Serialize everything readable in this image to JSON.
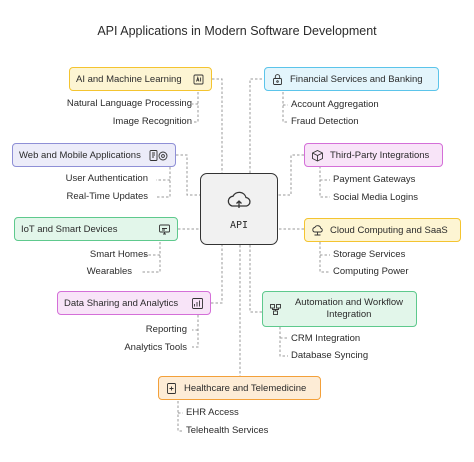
{
  "title": "API Applications in Modern Software Development",
  "center": {
    "label": "API",
    "icon": "cloud-icon"
  },
  "colors": {
    "yellow": "#f4c430",
    "yellow_bg": "#fdf5d3",
    "blue": "#5bc4ea",
    "blue_bg": "#e3f5fc",
    "purple": "#8e8fd6",
    "purple_bg": "#ececf9",
    "magenta": "#d46fd8",
    "magenta_bg": "#f8e4f8",
    "green": "#5ec98d",
    "green_bg": "#e2f6ea",
    "orange": "#f3a03a",
    "orange_bg": "#fdecd6",
    "line": "#9a9a9a"
  },
  "categories": [
    {
      "label": "AI and Machine Learning",
      "icon": "ai-chip-icon",
      "items": [
        "Natural Language Processing",
        "Image Recognition"
      ]
    },
    {
      "label": "Financial Services and Banking",
      "icon": "lock-icon",
      "items": [
        "Account Aggregation",
        "Fraud Detection"
      ]
    },
    {
      "label": "Web and Mobile Applications",
      "icon": "devices-icon",
      "items": [
        "User Authentication",
        "Real-Time Updates"
      ]
    },
    {
      "label": "Third-Party Integrations",
      "icon": "cube-icon",
      "items": [
        "Payment Gateways",
        "Social Media Logins"
      ]
    },
    {
      "label": "IoT and Smart Devices",
      "icon": "smart-device-icon",
      "items": [
        "Smart Homes",
        "Wearables"
      ]
    },
    {
      "label": "Cloud Computing and SaaS",
      "icon": "cloud-network-icon",
      "items": [
        "Storage Services",
        "Computing Power"
      ]
    },
    {
      "label": "Data Sharing and Analytics",
      "icon": "data-share-icon",
      "items": [
        "Reporting",
        "Analytics Tools"
      ]
    },
    {
      "label": "Automation and Workflow Integration",
      "label_line1": "Automation and Workflow",
      "label_line2": "Integration",
      "icon": "workflow-icon",
      "items": [
        "CRM Integration",
        "Database Syncing"
      ]
    },
    {
      "label": "Healthcare and Telemedicine",
      "icon": "medical-icon",
      "items": [
        "EHR Access",
        "Telehealth Services"
      ]
    }
  ]
}
